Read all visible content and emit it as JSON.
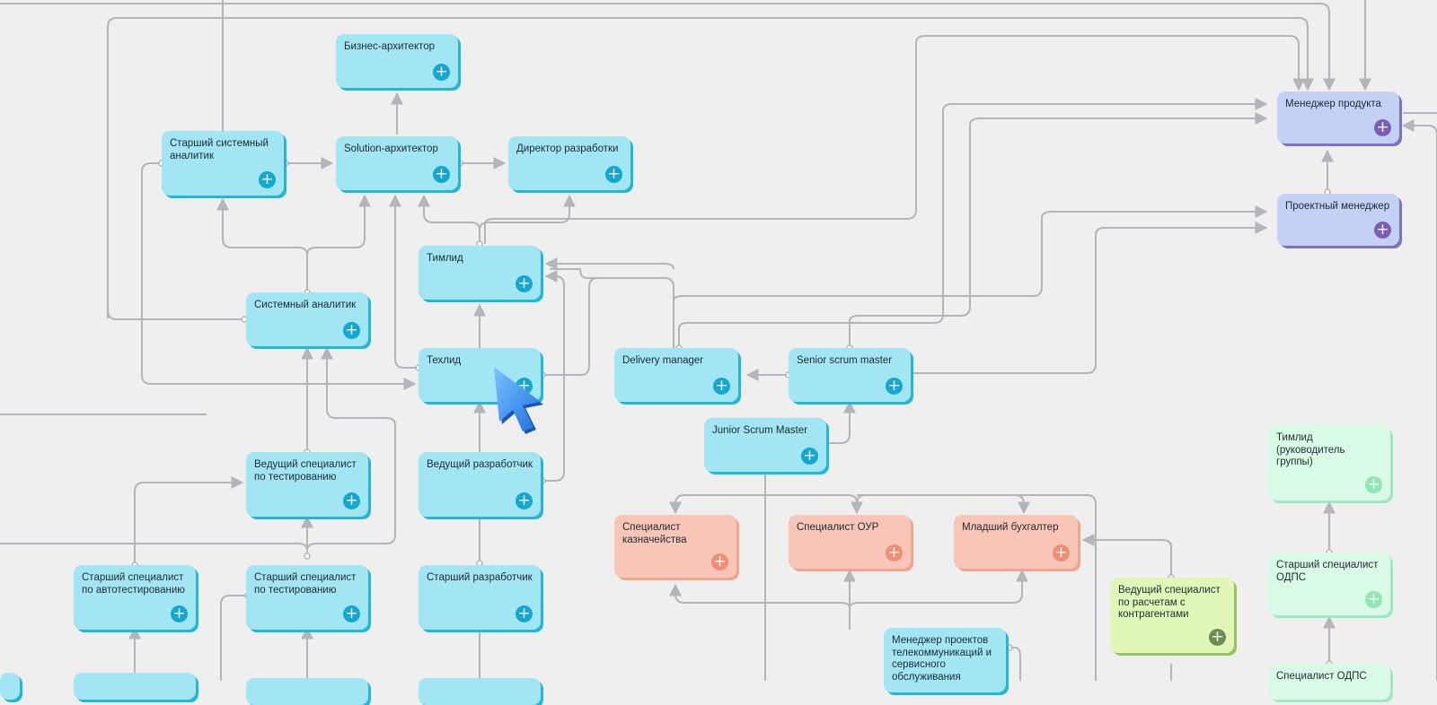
{
  "nodes": {
    "biz_arch": "Бизнес-архитектор",
    "senior_sys_analyst": "Старший системный аналитик",
    "solution_arch": "Solution-архитектор",
    "dev_director": "Директор разработки",
    "teamlead": "Тимлид",
    "sys_analyst": "Системный аналитик",
    "techlead": "Техлид",
    "delivery_manager": "Delivery manager",
    "senior_scrum": "Senior scrum master",
    "junior_scrum": "Junior Scrum Master",
    "lead_test_spec": "Ведущий специалист по тестированию",
    "lead_dev": "Ведущий разработчик",
    "senior_autotest": "Старший специалист по автотестированию",
    "senior_test_spec": "Старший специалист по тестированию",
    "senior_dev": "Старший разработчик",
    "treasury_spec": "Специалист казначейства",
    "oup_spec": "Специалист ОУР",
    "junior_accountant": "Младший бухгалтер",
    "lead_settlements": "Ведущий специалист по расчетам с контрагентами",
    "telecom_pm": "Менеджер проектов телекоммуникаций и сервисного обслуживания",
    "product_manager": "Менеджер продукта",
    "project_manager": "Проектный менеджер",
    "teamlead_group": "Тимлид (руководитель группы)",
    "senior_odps": "Старший специалист ОДПС",
    "odps_spec": "Специалист ОДПС"
  },
  "plus_glyph": "+",
  "colors": {
    "blue": "#a2e6f3",
    "violet": "#c3d1f4",
    "salmon": "#f8c5b7",
    "lime": "#e0f7b7",
    "mint": "#d9fbe6",
    "edge": "#b4b4bc"
  },
  "icons": {
    "cursor": "cursor-arrow-icon",
    "add": "plus-icon"
  }
}
